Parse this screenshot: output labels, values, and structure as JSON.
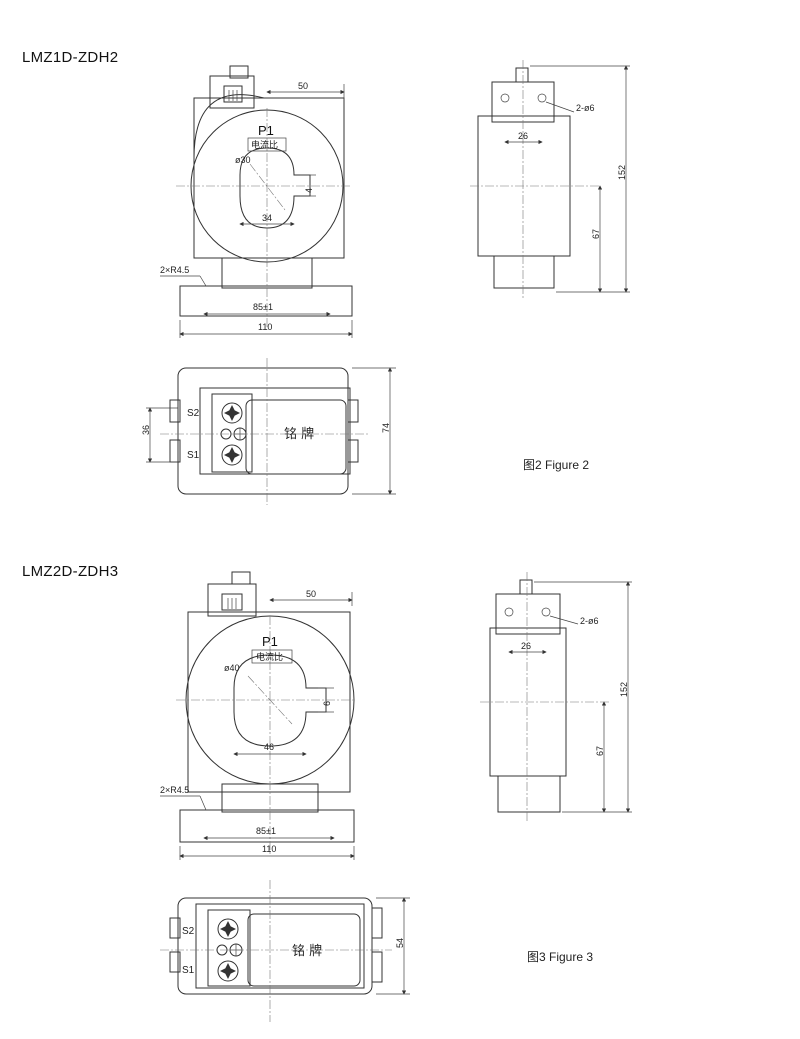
{
  "models": [
    {
      "title": "LMZ1D-ZDH2",
      "caption": "图2 Figure 2",
      "front": {
        "p1": "P1",
        "ratio_label": "电流比",
        "bore": "ø30",
        "slot": "4",
        "window": "34",
        "width_top": "50",
        "holes": "2×R4.5",
        "hole_pitch": "85±1",
        "base": "110"
      },
      "side": {
        "holes": "2-ø6",
        "pitch": "26",
        "height": "152",
        "center_height": "67"
      },
      "top": {
        "s2": "S2",
        "s1": "S1",
        "terminal_gap": "36",
        "depth": "74",
        "nameplate": "铭 牌"
      }
    },
    {
      "title": "LMZ2D-ZDH3",
      "caption": "图3 Figure 3",
      "front": {
        "p1": "P1",
        "ratio_label": "电流比",
        "bore": "ø40",
        "slot": "6",
        "window": "46",
        "width_top": "50",
        "holes": "2×R4.5",
        "hole_pitch": "85±1",
        "base": "110"
      },
      "side": {
        "holes": "2-ø6",
        "pitch": "26",
        "height": "152",
        "center_height": "67"
      },
      "top": {
        "s2": "S2",
        "s1": "S1",
        "depth": "54",
        "nameplate": "铭 牌"
      }
    }
  ]
}
